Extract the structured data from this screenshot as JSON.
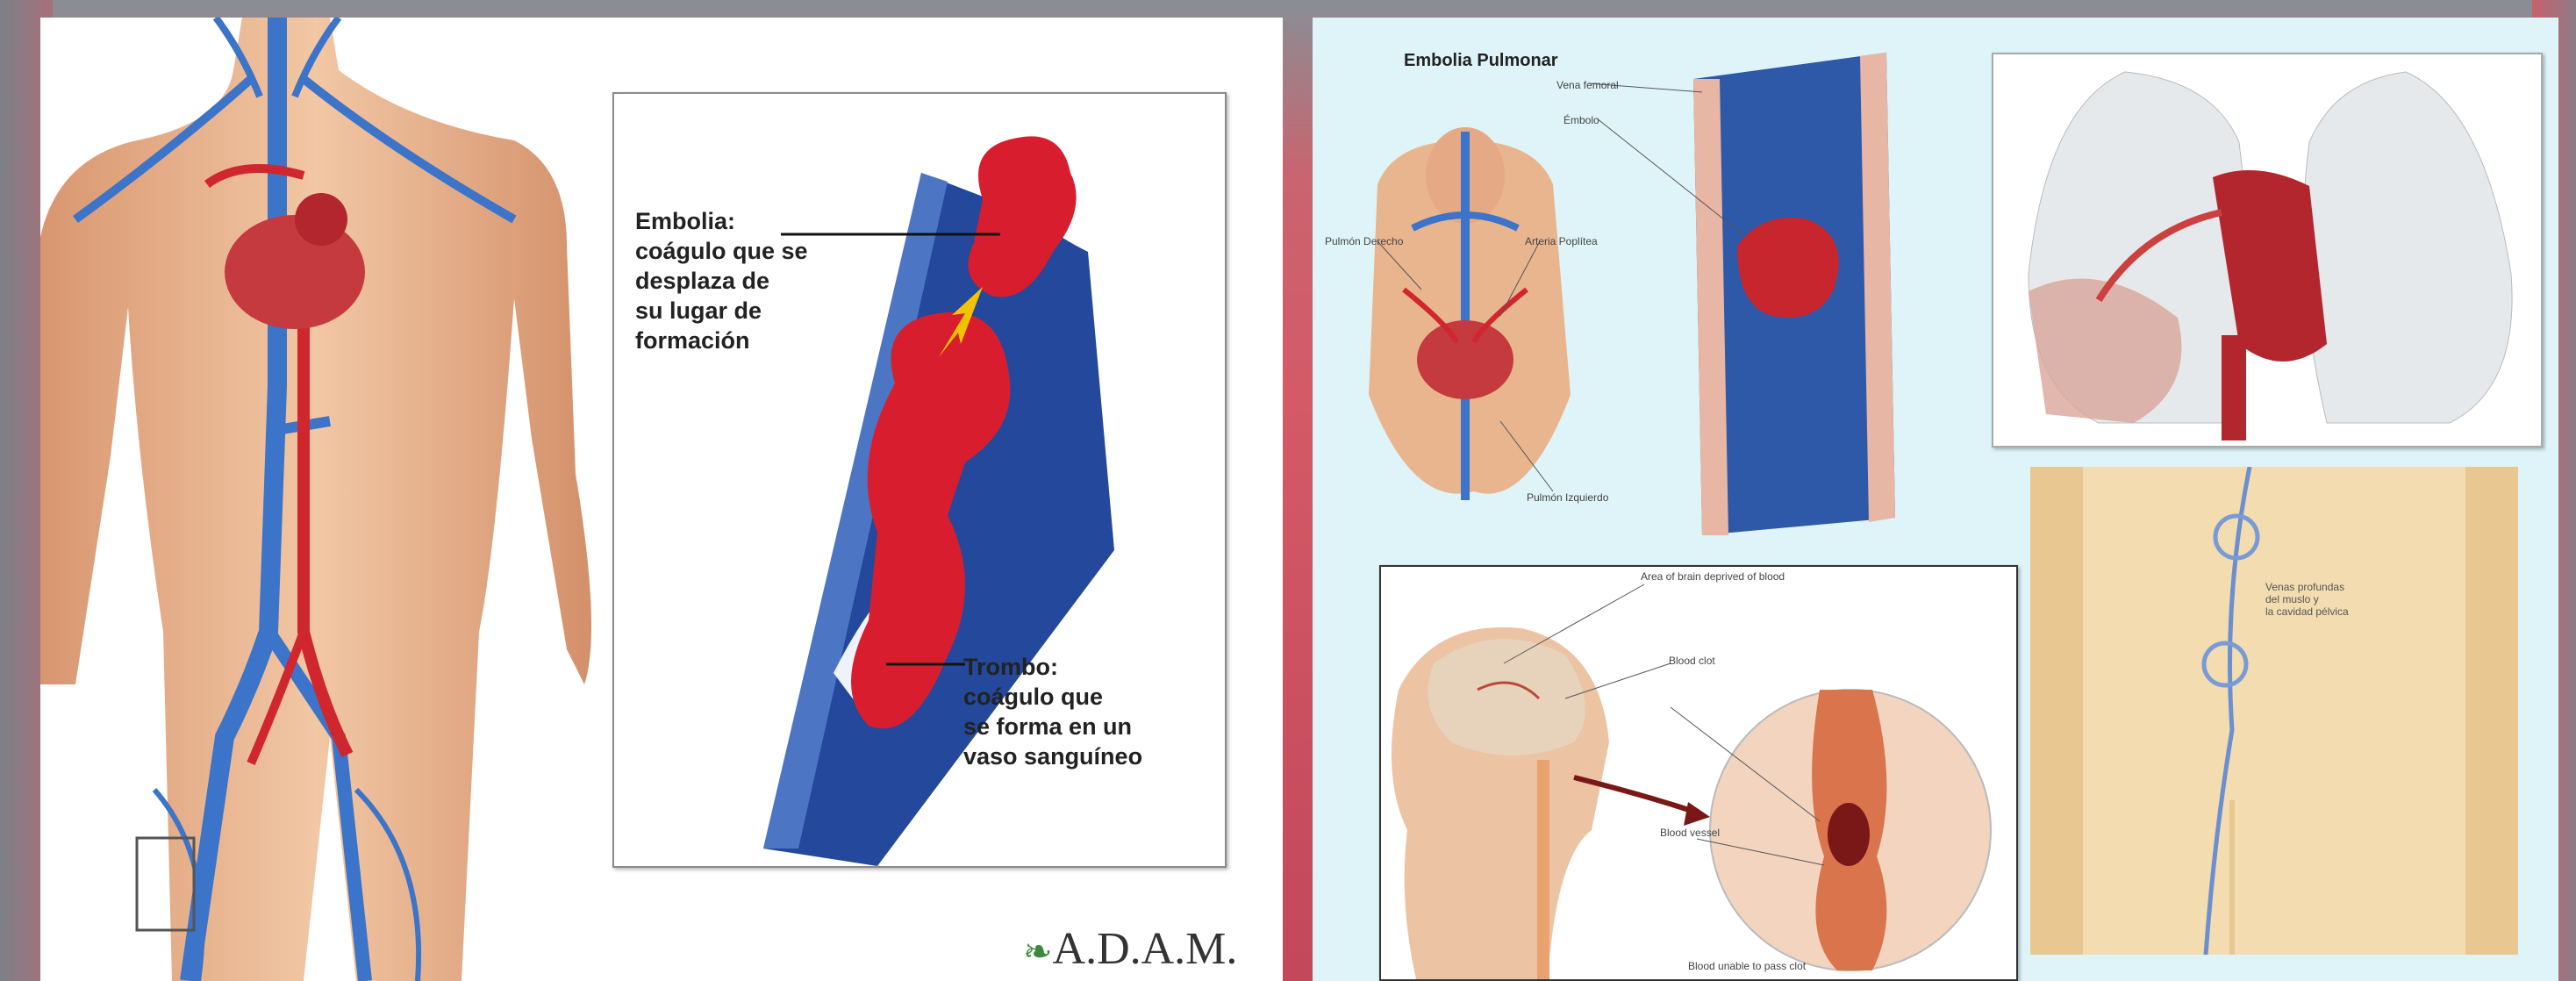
{
  "left": {
    "embolia_label": "Embolia:",
    "embolia_lines": [
      "coágulo que se",
      "desplaza de",
      "su lugar de",
      "formación"
    ],
    "trombo_label": "Trombo:",
    "trombo_lines": [
      "coágulo que",
      "se forma en un",
      "vaso sanguíneo"
    ],
    "logo": "A.D.A.M."
  },
  "right": {
    "title": "Embolia Pulmonar",
    "diagram_labels": {
      "vena_femoral": "Vena femoral",
      "embolo": "Émbolo",
      "pulmon_derecho": "Pulmón Derecho",
      "arteria_poplitea": "Arteria Poplítea",
      "pulmon_izquierdo": "Pulmón Izquierdo"
    },
    "legs_label_lines": [
      "Venas profundas",
      "del muslo y",
      "la cavidad pélvica"
    ],
    "brain_labels": {
      "area": "Area of brain deprived of blood",
      "clot": "Blood clot",
      "vessel": "Blood vessel",
      "unable": "Blood unable to pass clot"
    }
  },
  "colors": {
    "vein": "#3b74c8",
    "artery": "#d0262e",
    "clot": "#d81e2e",
    "skin": "#e9b58f"
  }
}
